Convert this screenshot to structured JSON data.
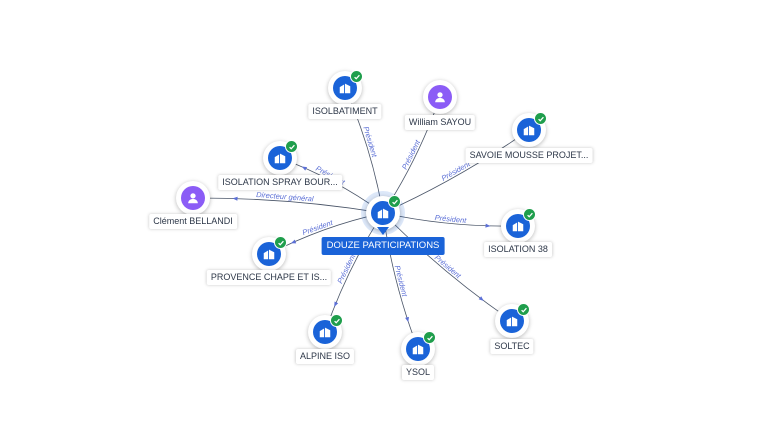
{
  "colors": {
    "company": "#1a63d8",
    "person": "#8b5cf6",
    "verified": "#1f9e4c",
    "edge": "#4a5568",
    "edge_label": "#5b6fd6"
  },
  "center": {
    "label": "DOUZE PARTICIPATIONS",
    "type": "company",
    "icon": "building-icon",
    "verified": true
  },
  "nodes": [
    {
      "id": "isolbatiment",
      "label": "ISOLBATIMENT",
      "type": "company",
      "icon": "building-icon",
      "verified": true,
      "relation": "Président"
    },
    {
      "id": "william-sayou",
      "label": "William SAYOU",
      "type": "person",
      "icon": "person-icon",
      "verified": false,
      "relation": "Président"
    },
    {
      "id": "savoie-mousse",
      "label": "SAVOIE MOUSSE PROJET...",
      "type": "company",
      "icon": "building-icon",
      "verified": true,
      "relation": "Président"
    },
    {
      "id": "isolation-spray",
      "label": "ISOLATION SPRAY BOUR...",
      "type": "company",
      "icon": "building-icon",
      "verified": true,
      "relation": "Président"
    },
    {
      "id": "clement-bellandi",
      "label": "Clément BELLANDI",
      "type": "person",
      "icon": "person-icon",
      "verified": false,
      "relation": "Directeur général"
    },
    {
      "id": "isolation-38",
      "label": "ISOLATION 38",
      "type": "company",
      "icon": "building-icon",
      "verified": true,
      "relation": "Président"
    },
    {
      "id": "provence-chape",
      "label": "PROVENCE CHAPE ET IS...",
      "type": "company",
      "icon": "building-icon",
      "verified": true,
      "relation": "Président"
    },
    {
      "id": "alpine-iso",
      "label": "ALPINE ISO",
      "type": "company",
      "icon": "building-icon",
      "verified": true,
      "relation": "Président"
    },
    {
      "id": "ysol",
      "label": "YSOL",
      "type": "company",
      "icon": "building-icon",
      "verified": true,
      "relation": "Président"
    },
    {
      "id": "soltec",
      "label": "SOLTEC",
      "type": "company",
      "icon": "building-icon",
      "verified": true,
      "relation": "Président"
    }
  ]
}
